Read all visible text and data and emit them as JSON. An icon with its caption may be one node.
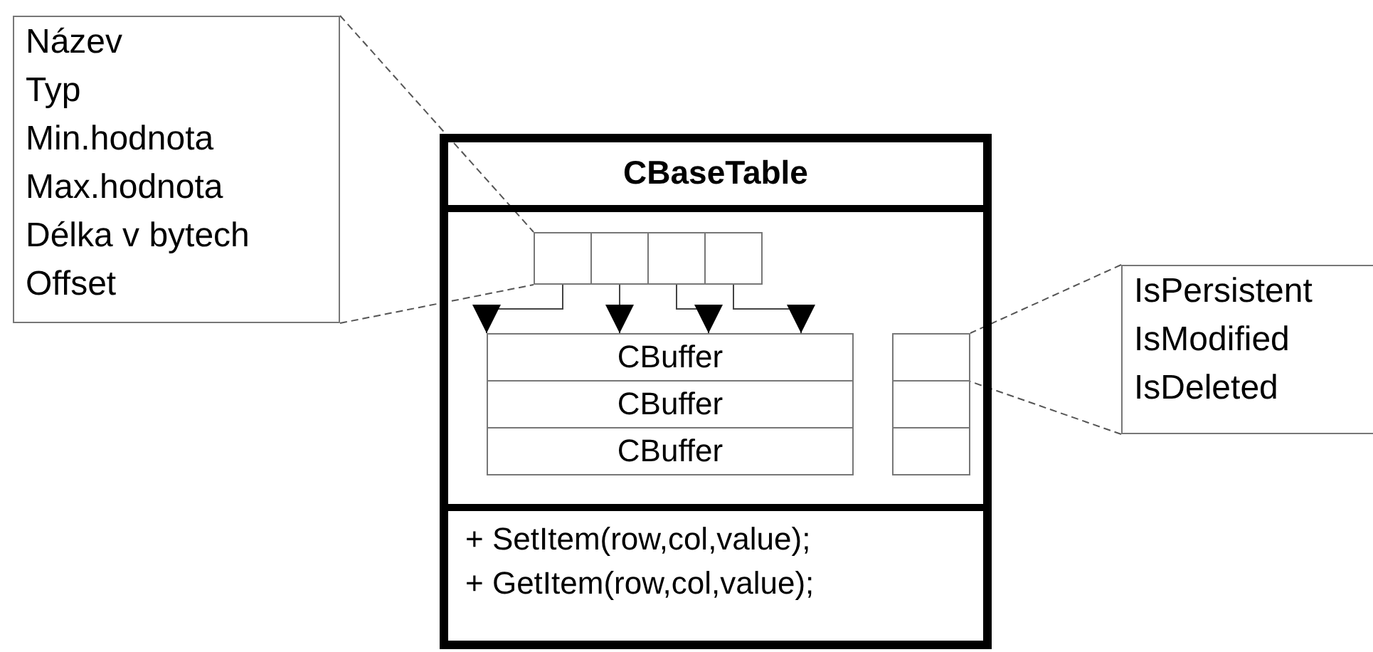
{
  "diagram": {
    "nodes": [
      {
        "text": [
          "CBaseTable",
          "+ SetItem(row,col,value);",
          "+ GetItem(row,col,value);"
        ]
      },
      {
        "text": [],
        "shape": "box",
        "in": 0
      },
      {
        "text": [],
        "shape": "box",
        "in": 0
      },
      {
        "text": [],
        "shape": "box",
        "in": 0
      },
      {
        "text": [],
        "shape": "box",
        "in": 0
      },
      {
        "text": [
          "CBuffer"
        ],
        "in": 0
      },
      {
        "text": [
          "CBuffer"
        ],
        "in": 0
      },
      {
        "text": [
          "CBuffer"
        ],
        "in": 0
      },
      {
        "text": [],
        "shape": "box",
        "in": 0
      },
      {
        "text": [],
        "shape": "box",
        "in": 0
      },
      {
        "text": [],
        "shape": "box",
        "in": 0
      },
      {
        "text": [
          "Název",
          "Typ",
          "Min.hodnota",
          "Max.hodnota",
          "Délka v bytech",
          "Offset"
        ]
      },
      {
        "text": [
          "IsPersistent",
          "IsModified",
          "IsDeleted"
        ]
      }
    ],
    "edges": [
      {
        "from": 1,
        "to": 5,
        "arrow": "to"
      },
      {
        "from": 2,
        "to": 5,
        "arrow": "to"
      },
      {
        "from": 3,
        "to": 5,
        "arrow": "to"
      },
      {
        "from": 4,
        "to": 5,
        "arrow": "to"
      },
      {
        "from": 11,
        "to": 1,
        "arrow": "none",
        "style": "dashed"
      },
      {
        "from": 11,
        "to": 1,
        "arrow": "none",
        "style": "dashed"
      },
      {
        "from": 12,
        "to": 8,
        "arrow": "none",
        "style": "dashed"
      },
      {
        "from": 12,
        "to": 8,
        "arrow": "none",
        "style": "dashed"
      }
    ]
  }
}
